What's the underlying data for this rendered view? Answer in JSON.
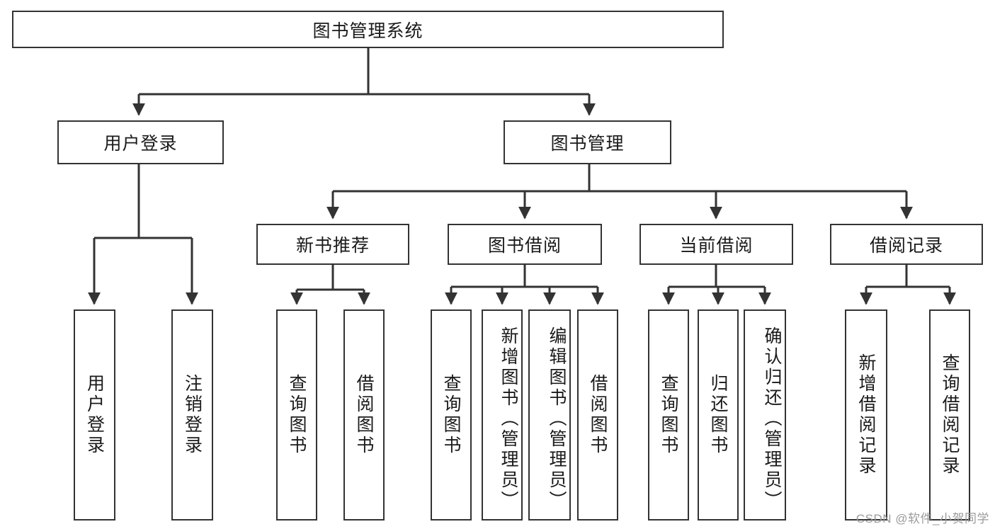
{
  "diagram": {
    "title": "图书管理系统",
    "root": {
      "id": "root",
      "label": "图书管理系统"
    },
    "level1": [
      {
        "id": "user-login",
        "label": "用户登录"
      },
      {
        "id": "book-management",
        "label": "图书管理"
      }
    ],
    "level2": [
      {
        "id": "new-book-recommend",
        "label": "新书推荐"
      },
      {
        "id": "book-borrow",
        "label": "图书借阅"
      },
      {
        "id": "current-borrow",
        "label": "当前借阅"
      },
      {
        "id": "borrow-record",
        "label": "借阅记录"
      }
    ],
    "leaves": {
      "user_login": [
        {
          "id": "leaf-user-login",
          "label": "用户登录"
        },
        {
          "id": "leaf-logout-login",
          "label": "注销登录"
        }
      ],
      "new_book_recommend": [
        {
          "id": "leaf-query-book-1",
          "label": "查询图书"
        },
        {
          "id": "leaf-borrow-book-1",
          "label": "借阅图书"
        }
      ],
      "book_borrow": [
        {
          "id": "leaf-query-book-2",
          "label": "查询图书"
        },
        {
          "id": "leaf-add-book",
          "label": "新增图书（管理员）"
        },
        {
          "id": "leaf-edit-book",
          "label": "编辑图书（管理员）"
        },
        {
          "id": "leaf-borrow-book-2",
          "label": "借阅图书"
        }
      ],
      "current_borrow": [
        {
          "id": "leaf-query-book-3",
          "label": "查询图书"
        },
        {
          "id": "leaf-return-book",
          "label": "归还图书"
        },
        {
          "id": "leaf-confirm-return",
          "label": "确认归还（管理员）"
        }
      ],
      "borrow_record": [
        {
          "id": "leaf-add-record",
          "label": "新增借阅记录"
        },
        {
          "id": "leaf-query-record",
          "label": "查询借阅记录"
        }
      ]
    }
  },
  "watermark": {
    "text": "CSDN @软件_小贺同学"
  },
  "colors": {
    "border": "#333333",
    "background": "#ffffff",
    "text": "#1a1a1a",
    "watermark": "#9b9b9b"
  }
}
